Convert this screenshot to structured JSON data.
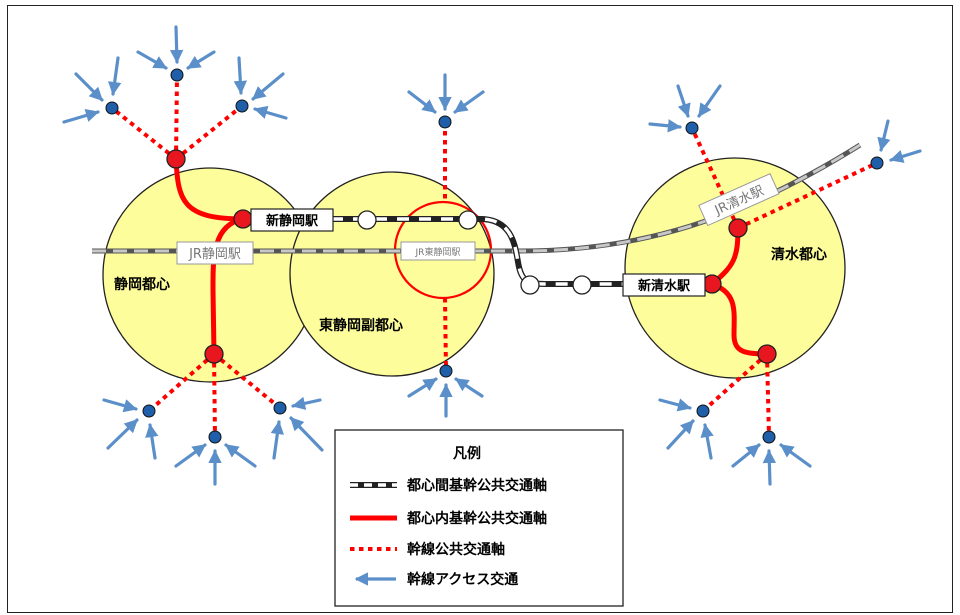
{
  "areas": {
    "shizuoka": "静岡都心",
    "higashi_shizuoka": "東静岡副都心",
    "shimizu": "清水都心"
  },
  "stations": {
    "shin_shizuoka": "新静岡駅",
    "jr_shizuoka": "JR静岡駅",
    "jr_higashi_shizuoka": "JR東静岡駅",
    "shin_shimizu": "新清水駅",
    "jr_shimizu": "JR清水駅"
  },
  "legend": {
    "title": "凡例",
    "items": [
      "都心間基幹公共交通軸",
      "都心内基幹公共交通軸",
      "幹線公共交通軸",
      "幹線アクセス交通"
    ]
  },
  "colors": {
    "area_fill": "#fdfd9b",
    "trunk_red": "#ff0000",
    "node_red": "#e8161e",
    "node_blue": "#1f5faa",
    "arrow_blue": "#5b8fc9",
    "rail_gray": "#a9a9a9"
  }
}
